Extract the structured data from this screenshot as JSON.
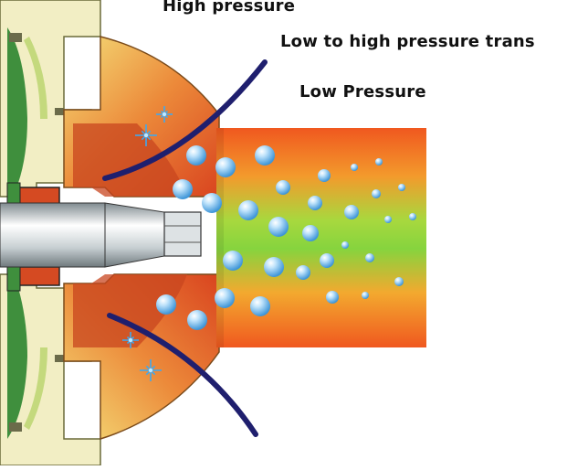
{
  "labels": {
    "high_pressure": "High pressure",
    "transition": "Low to high pressure trans",
    "low_pressure": "Low Pressure"
  },
  "colors": {
    "pipe_top": "#f05a22",
    "pipe_mid": "#7ecf3a",
    "impeller_orange": "#e9622a",
    "impeller_yellow": "#f3e27a",
    "casing_pale": "#f2eec4",
    "casing_green": "#3c8c3c",
    "arrow_navy": "#1f1f6e",
    "bubble_blue": "#5fb3ea",
    "shaft_gray": "#b9c2c6"
  },
  "icons": [
    "bubble-icon",
    "spark-icon",
    "curved-arrow-icon"
  ]
}
